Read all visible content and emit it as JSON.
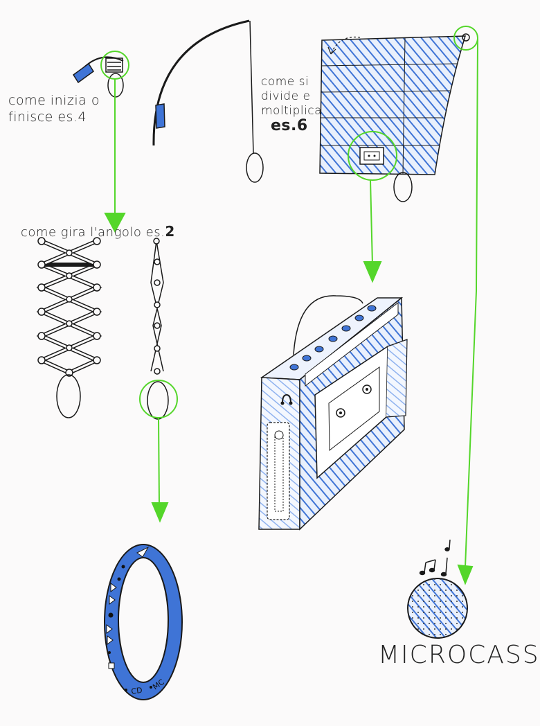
{
  "annotations": {
    "turn_end": "come inizia o finisce es.4",
    "divide": "come si divide e moltiplica",
    "divide_num": "es.6",
    "corner": "come gira l'angolo es.",
    "corner_num": "2",
    "speakers": "MICROCASSE"
  },
  "ring_labels": {
    "cd": "CD",
    "mc": "MC"
  },
  "colors": {
    "ink": "#1a1a1a",
    "blue": "#3f74d6",
    "light_blue": "#8fb2ef",
    "green": "#54d62a"
  }
}
